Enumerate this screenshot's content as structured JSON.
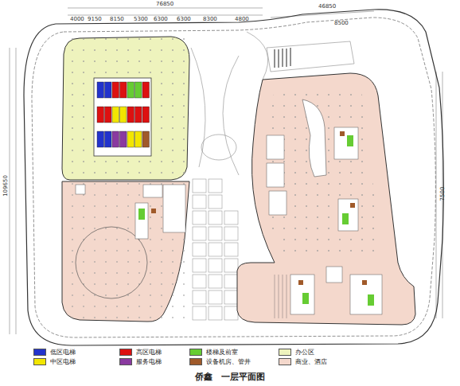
{
  "diagram": {
    "caption": "侨鑫   一层平面图",
    "labels": [
      "76850",
      "4000",
      "9150",
      "8150",
      "5300",
      "6300",
      "6300",
      "8300",
      "4800",
      "46850",
      "8500",
      "109650",
      "7500"
    ],
    "legend": [
      {
        "text": "低区电梯",
        "color": "#2233cc"
      },
      {
        "text": "高区电梯",
        "color": "#dd1111"
      },
      {
        "text": "楼梯及前室",
        "color": "#66cc33"
      },
      {
        "text": "办公区",
        "color": "#eef3bd"
      },
      {
        "text": "中区电梯",
        "color": "#f2e600"
      },
      {
        "text": "服务电梯",
        "color": "#8a3aa0"
      },
      {
        "text": "设备机房、管井",
        "color": "#a05a2a"
      },
      {
        "text": "商业、酒店",
        "color": "#f4d8cc"
      }
    ]
  }
}
